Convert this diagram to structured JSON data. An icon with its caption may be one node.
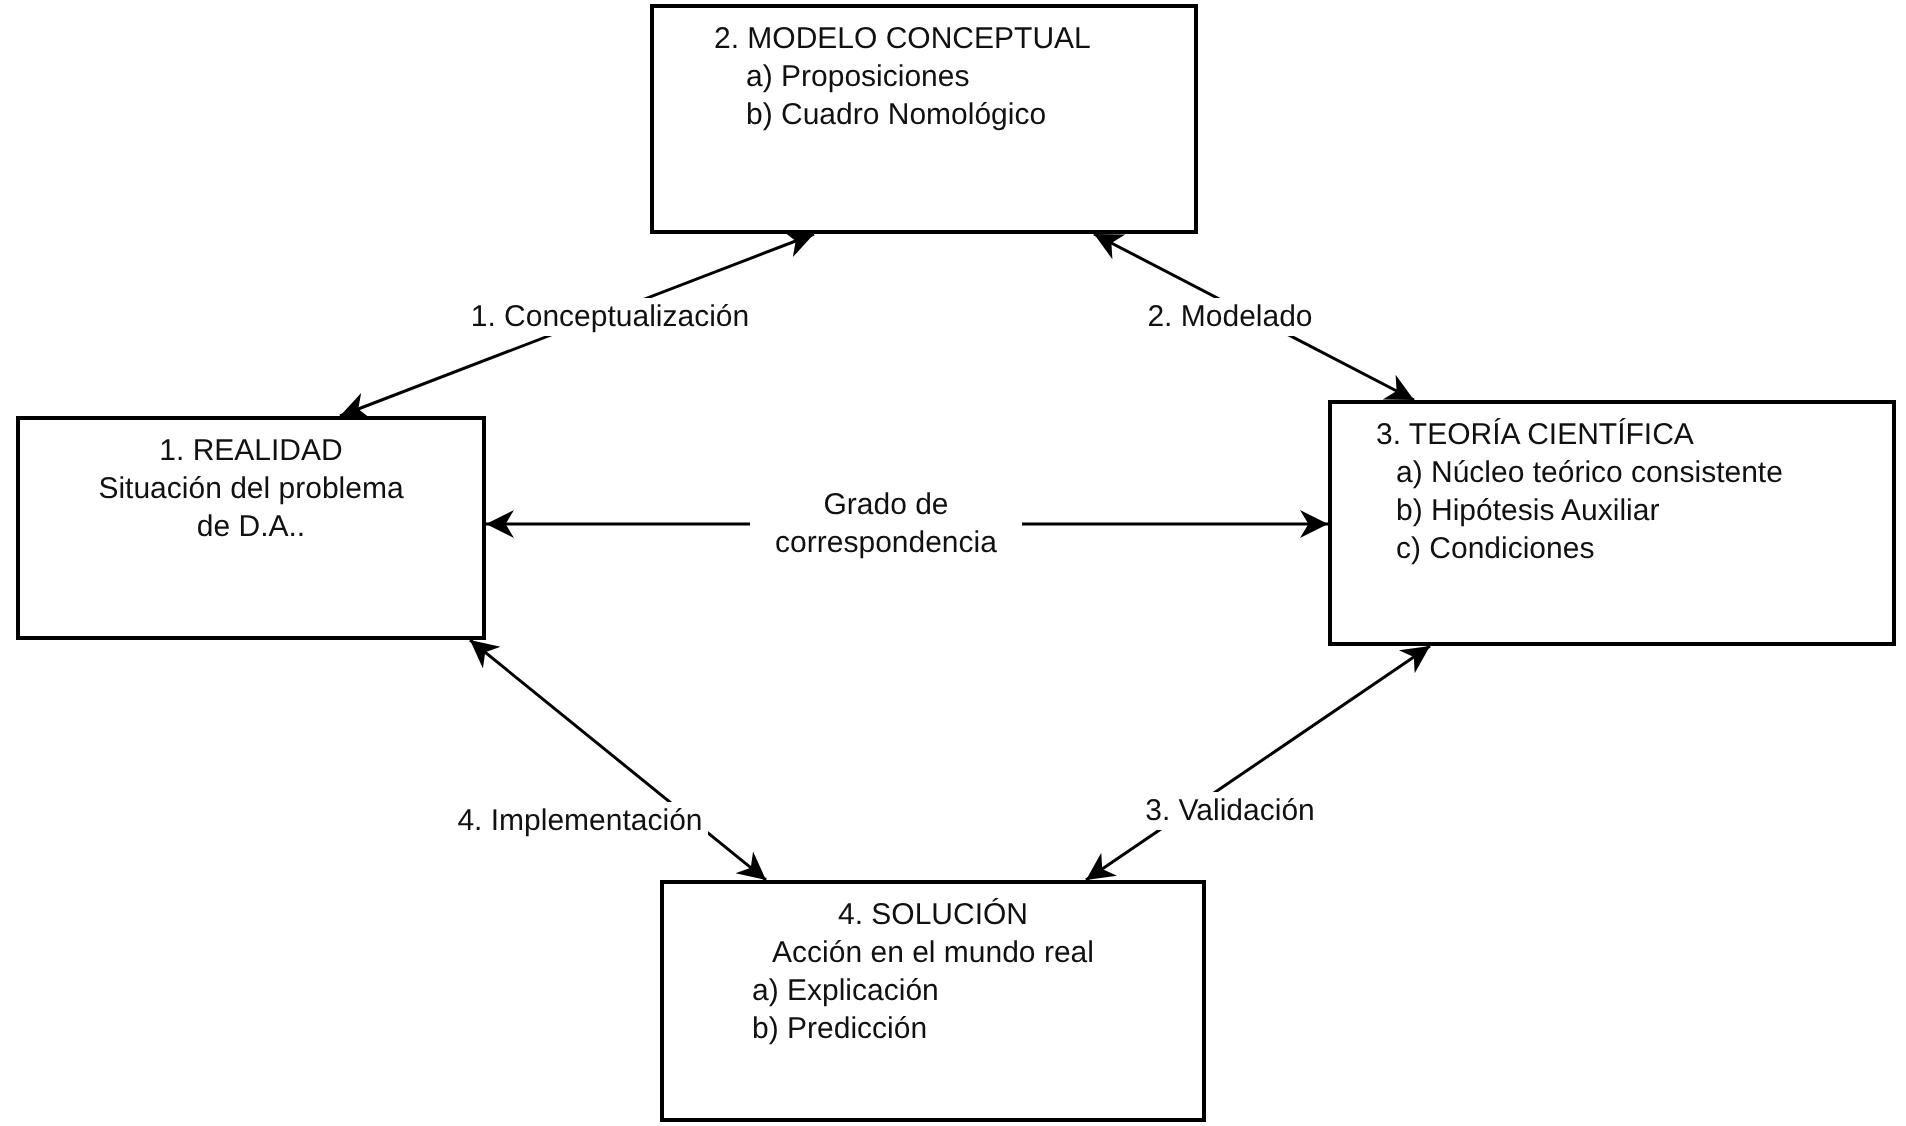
{
  "diagram": {
    "nodes": [
      {
        "text": [
          "2. MODELO CONCEPTUAL",
          "a) Proposiciones",
          "b) Cuadro Nomológico"
        ]
      },
      {
        "text": [
          "1. REALIDAD",
          "Situación del problema de D.A.."
        ]
      },
      {
        "text": [
          "3. TEORÍA CIENTÍFICA",
          "a) Núcleo teórico consistente",
          "b) Hipótesis Auxiliar",
          "c) Condiciones"
        ]
      },
      {
        "text": [
          "4. SOLUCIÓN",
          "Acción en el mundo real",
          "a) Explicación",
          "b) Predicción"
        ]
      }
    ],
    "edges": [
      {
        "from": 0,
        "to": 1,
        "arrow": "both",
        "label": "1. Conceptualización"
      },
      {
        "from": 0,
        "to": 2,
        "arrow": "both",
        "label": "2. Modelado"
      },
      {
        "from": 1,
        "to": 2,
        "arrow": "both",
        "label": "Grado de correspondencia"
      },
      {
        "from": 1,
        "to": 3,
        "arrow": "both",
        "label": "4. Implementación"
      },
      {
        "from": 2,
        "to": 3,
        "arrow": "both",
        "label": "3. Validación"
      }
    ]
  }
}
